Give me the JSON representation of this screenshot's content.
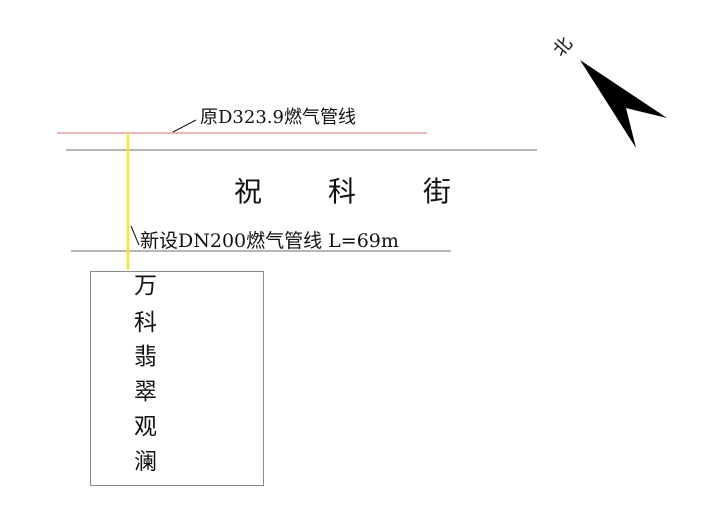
{
  "diagram": {
    "type": "site-plan",
    "existing_pipe": {
      "label": "原D323.9燃气管线",
      "color": "#e88c8c"
    },
    "new_pipe": {
      "label": "新设DN200燃气管线 L=69m",
      "color": "#f2e830"
    },
    "street": {
      "name_chars": [
        "祝",
        "科",
        "街"
      ],
      "edge_color": "#8a8a8a"
    },
    "building": {
      "name_chars": [
        "万",
        "科",
        "翡",
        "翠",
        "观",
        "澜"
      ]
    },
    "north_arrow": {
      "label": "北",
      "color": "#000000"
    }
  }
}
